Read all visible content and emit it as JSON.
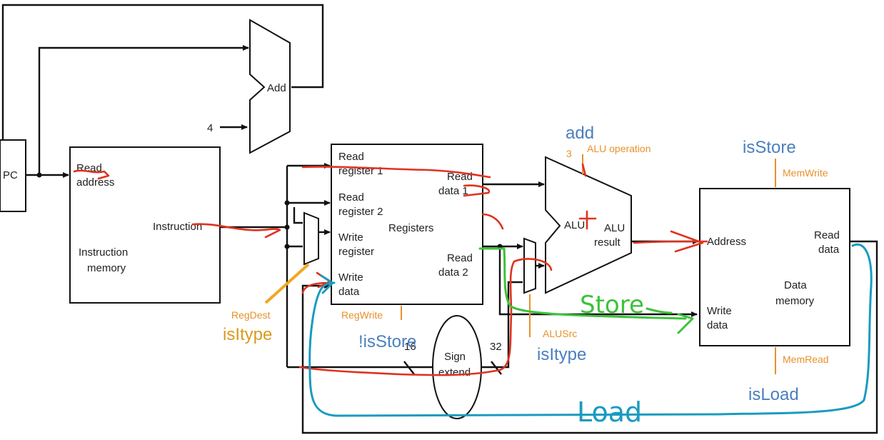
{
  "diagram": {
    "title": "Single-cycle datapath with control annotations",
    "blocks": {
      "pc": {
        "label": "PC"
      },
      "adder": {
        "label": "Add",
        "constant": "4"
      },
      "instruction_memory": {
        "port_read_address": "Read address",
        "port_read_address_l1": "Read",
        "port_read_address_l2": "address",
        "port_instruction": "Instruction",
        "name_l1": "Instruction",
        "name_l2": "memory"
      },
      "registers": {
        "name": "Registers",
        "read_register_1_l1": "Read",
        "read_register_1_l2": "register 1",
        "read_register_2_l1": "Read",
        "read_register_2_l2": "register 2",
        "write_register_l1": "Write",
        "write_register_l2": "register",
        "write_data_l1": "Write",
        "write_data_l2": "data",
        "read_data_1_l1": "Read",
        "read_data_1_l2": "data 1",
        "read_data_2_l1": "Read",
        "read_data_2_l2": "data 2"
      },
      "alu": {
        "name": "ALU",
        "result_l1": "ALU",
        "result_l2": "result",
        "control_width": "3"
      },
      "sign_extend": {
        "l1": "Sign",
        "l2": "extend",
        "in_width": "16",
        "out_width": "32"
      },
      "data_memory": {
        "name_l1": "Data",
        "name_l2": "memory",
        "port_address": "Address",
        "port_write_data_l1": "Write",
        "port_write_data_l2": "data",
        "port_read_data_l1": "Read",
        "port_read_data_l2": "data"
      }
    },
    "control_signals": {
      "reg_dest": "RegDest",
      "reg_write": "RegWrite",
      "alu_operation": "ALU operation",
      "alu_src": "ALUSrc",
      "mem_write": "MemWrite",
      "mem_read": "MemRead"
    },
    "annotations": {
      "alu_op_value": "add",
      "mem_write_value": "isStore",
      "reg_dest_value": "isItype",
      "reg_write_value": "!isStore",
      "alu_src_value": "isItype",
      "mem_read_value": "isLoad",
      "store_path": "Store",
      "load_path": "Load"
    },
    "colors": {
      "wire": "#111111",
      "active_path": "#e0321e",
      "store_path": "#3cc23a",
      "load_path": "#1a9bbf",
      "control_label": "#e8902a",
      "annotation_blue": "#4a7fbf",
      "annotation_gold": "#d99a1e"
    }
  }
}
